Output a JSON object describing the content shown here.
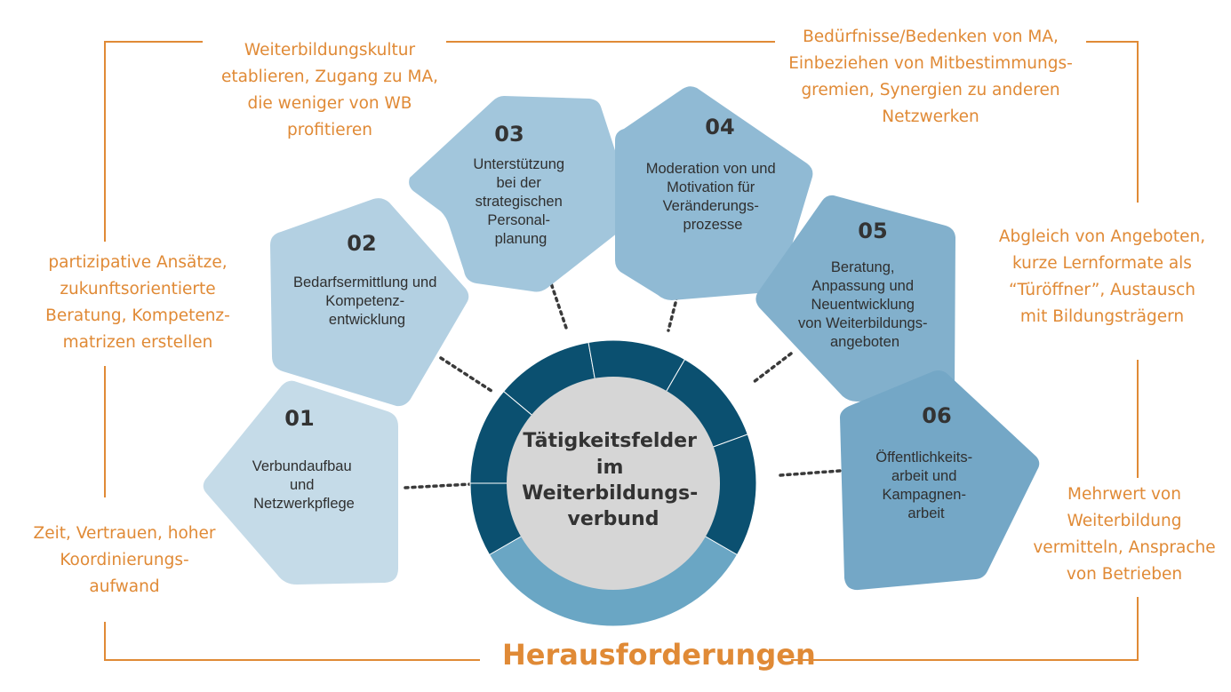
{
  "center": {
    "lines": [
      "Tätigkeitsfelder",
      "im",
      "Weiterbildungs-",
      "verbund"
    ]
  },
  "fields": [
    {
      "number": "01",
      "lines": [
        "Verbundaufbau",
        "und",
        "Netzwerkpflege"
      ],
      "color": "#c5dbe8"
    },
    {
      "number": "02",
      "lines": [
        "Bedarfsermittlung und",
        "Kompetenz-",
        "entwicklung"
      ],
      "color": "#b3d0e2"
    },
    {
      "number": "03",
      "lines": [
        "Unterstützung",
        "bei der",
        "strategischen",
        "Personal-",
        "planung"
      ],
      "color": "#a2c6dc"
    },
    {
      "number": "04",
      "lines": [
        "Moderation von und",
        "Motivation für",
        "Veränderungs-",
        "prozesse"
      ],
      "color": "#90bad4"
    },
    {
      "number": "05",
      "lines": [
        "Beratung,",
        "Anpassung und",
        "Neuentwicklung",
        "von Weiterbildungs-",
        "angeboten"
      ],
      "color": "#82b0cc"
    },
    {
      "number": "06",
      "lines": [
        "Öffentlichkeits-",
        "arbeit und",
        "Kampagnen-",
        "arbeit"
      ],
      "color": "#74a7c6"
    }
  ],
  "challenges_heading": "Herausforderungen",
  "challenges": [
    {
      "id": "01",
      "lines": [
        "Zeit, Vertrauen, hoher",
        "Koordinierungs-",
        "aufwand"
      ]
    },
    {
      "id": "02",
      "lines": [
        "partizipative Ansätze,",
        "zukunftsorientierte",
        "Beratung, Kompetenz-",
        "matrizen erstellen"
      ]
    },
    {
      "id": "03",
      "lines": [
        "Weiterbildungskultur",
        "etablieren, Zugang zu MA,",
        "die weniger von WB",
        "profitieren"
      ]
    },
    {
      "id": "04",
      "lines": [
        "Bedürfnisse/Bedenken von MA,",
        "Einbeziehen von Mitbestimmungs-",
        "gremien, Synergien zu anderen",
        "Netzwerken"
      ]
    },
    {
      "id": "05",
      "lines": [
        "Abgleich von Angeboten,",
        "kurze Lernformate als",
        "“Türöffner”, Austausch",
        "mit Bildungsträgern"
      ]
    },
    {
      "id": "06",
      "lines": [
        "Mehrwert von",
        "Weiterbildung",
        "vermitteln, Ansprache",
        "von Betrieben"
      ]
    }
  ],
  "colors": {
    "accent": "#e08a36",
    "ring_dark": "#0b5070",
    "ring_light": "#6aa6c4",
    "center_fill": "#d6d6d6",
    "connector": "#3a3a3a"
  }
}
